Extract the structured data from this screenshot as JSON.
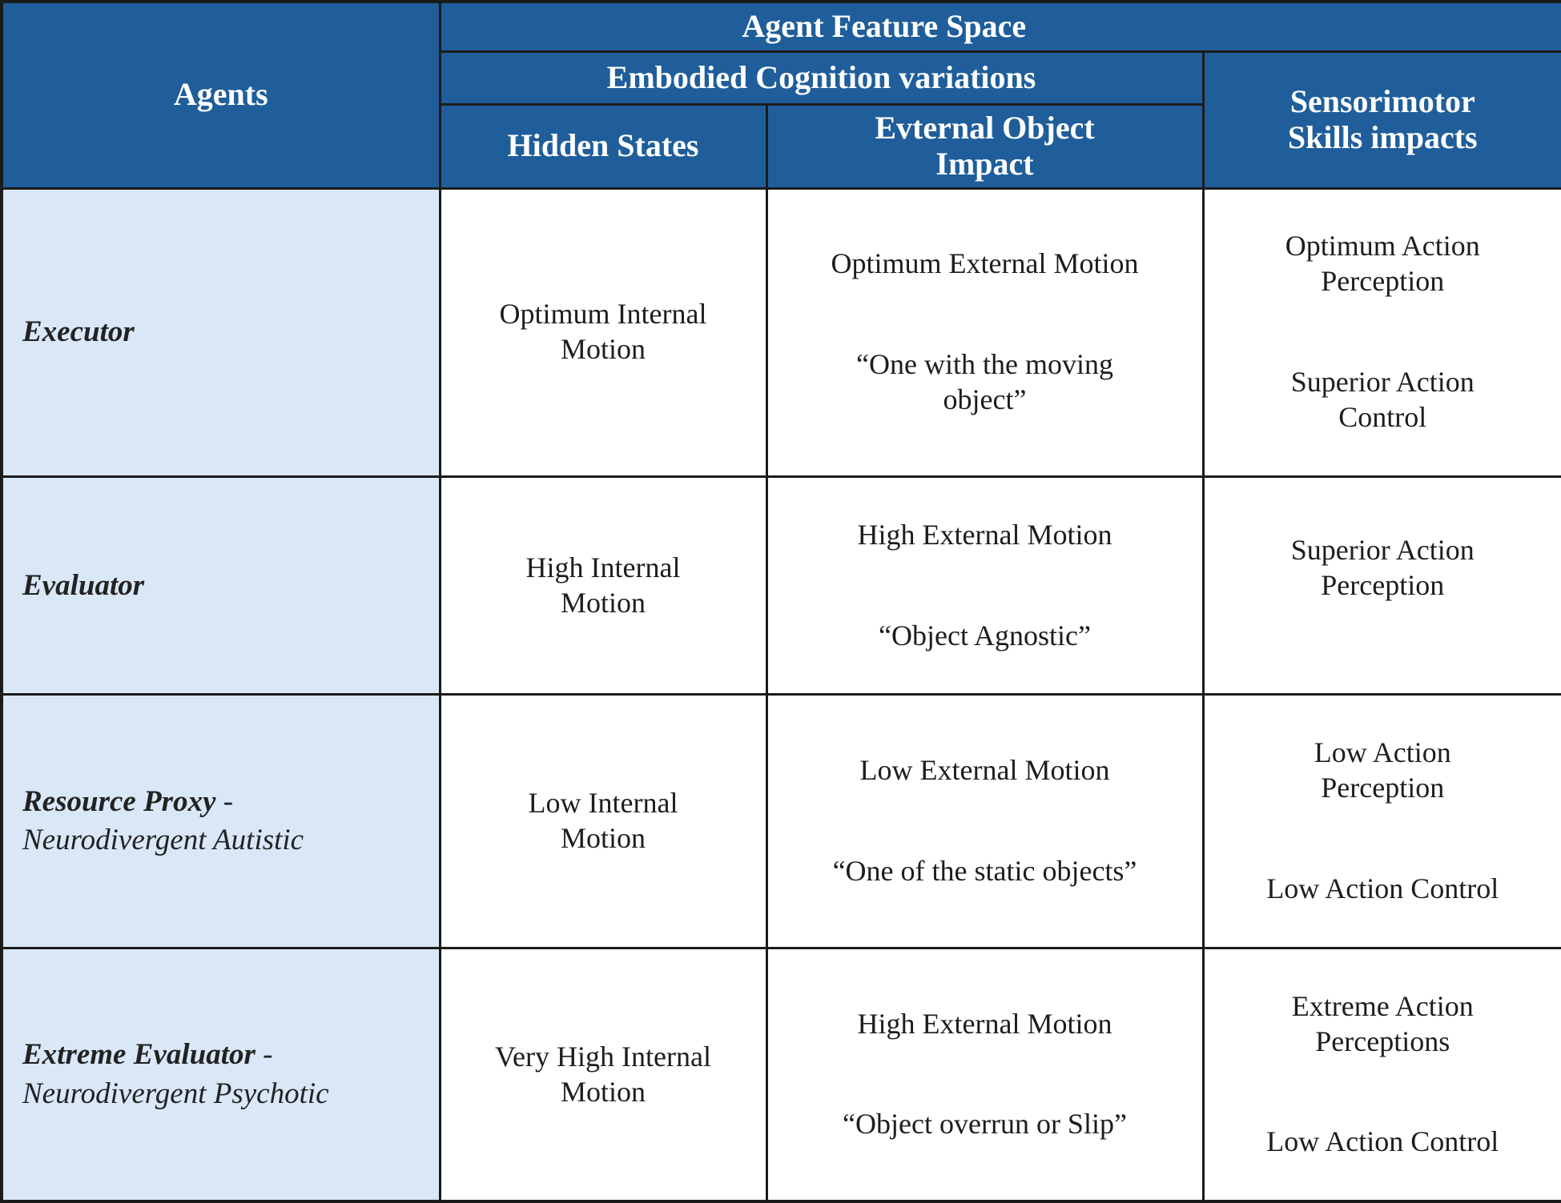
{
  "colors": {
    "header_bg": "#1F5E9A",
    "row_label_bg": "#D9E7F7",
    "border": "#1b1b1b",
    "header_text": "#ffffff",
    "body_text": "#1d1d1d"
  },
  "header": {
    "agents": "Agents",
    "feature_space": "Agent Feature Space",
    "embodied_cognition": "Embodied Cognition variations",
    "hidden_states": "Hidden States",
    "external_object": "Evternal Object\nImpact",
    "sensorimotor": "Sensorimotor\nSkills impacts"
  },
  "rows": [
    {
      "agent": {
        "name": "Executor"
      },
      "hidden": "Optimum Internal\nMotion",
      "external_p1": "Optimum External Motion",
      "external_p2": "“One with the moving\nobject”",
      "sensor_p1": "Optimum Action\nPerception",
      "sensor_p2": "Superior Action\nControl"
    },
    {
      "agent": {
        "name": "Evaluator"
      },
      "hidden": "High Internal\nMotion",
      "external_p1": "High External Motion",
      "external_p2": "“Object Agnostic”",
      "sensor_p1": "Superior Action\nPerception"
    },
    {
      "agent": {
        "name": "Resource Proxy",
        "dash": " -",
        "subtitle": "Neurodivergent Autistic"
      },
      "hidden": "Low Internal\nMotion",
      "external_p1": "Low External Motion",
      "external_p2": "“One of the static objects”",
      "sensor_p1": "Low Action\nPerception",
      "sensor_p2": "Low Action Control"
    },
    {
      "agent": {
        "name": "Extreme Evaluator",
        "dash": " -",
        "subtitle": "Neurodivergent Psychotic"
      },
      "hidden": "Very High Internal\nMotion",
      "external_p1": "High External Motion",
      "external_p2": "“Object overrun or Slip”",
      "sensor_p1": "Extreme Action\nPerceptions",
      "sensor_p2": "Low Action Control"
    }
  ]
}
